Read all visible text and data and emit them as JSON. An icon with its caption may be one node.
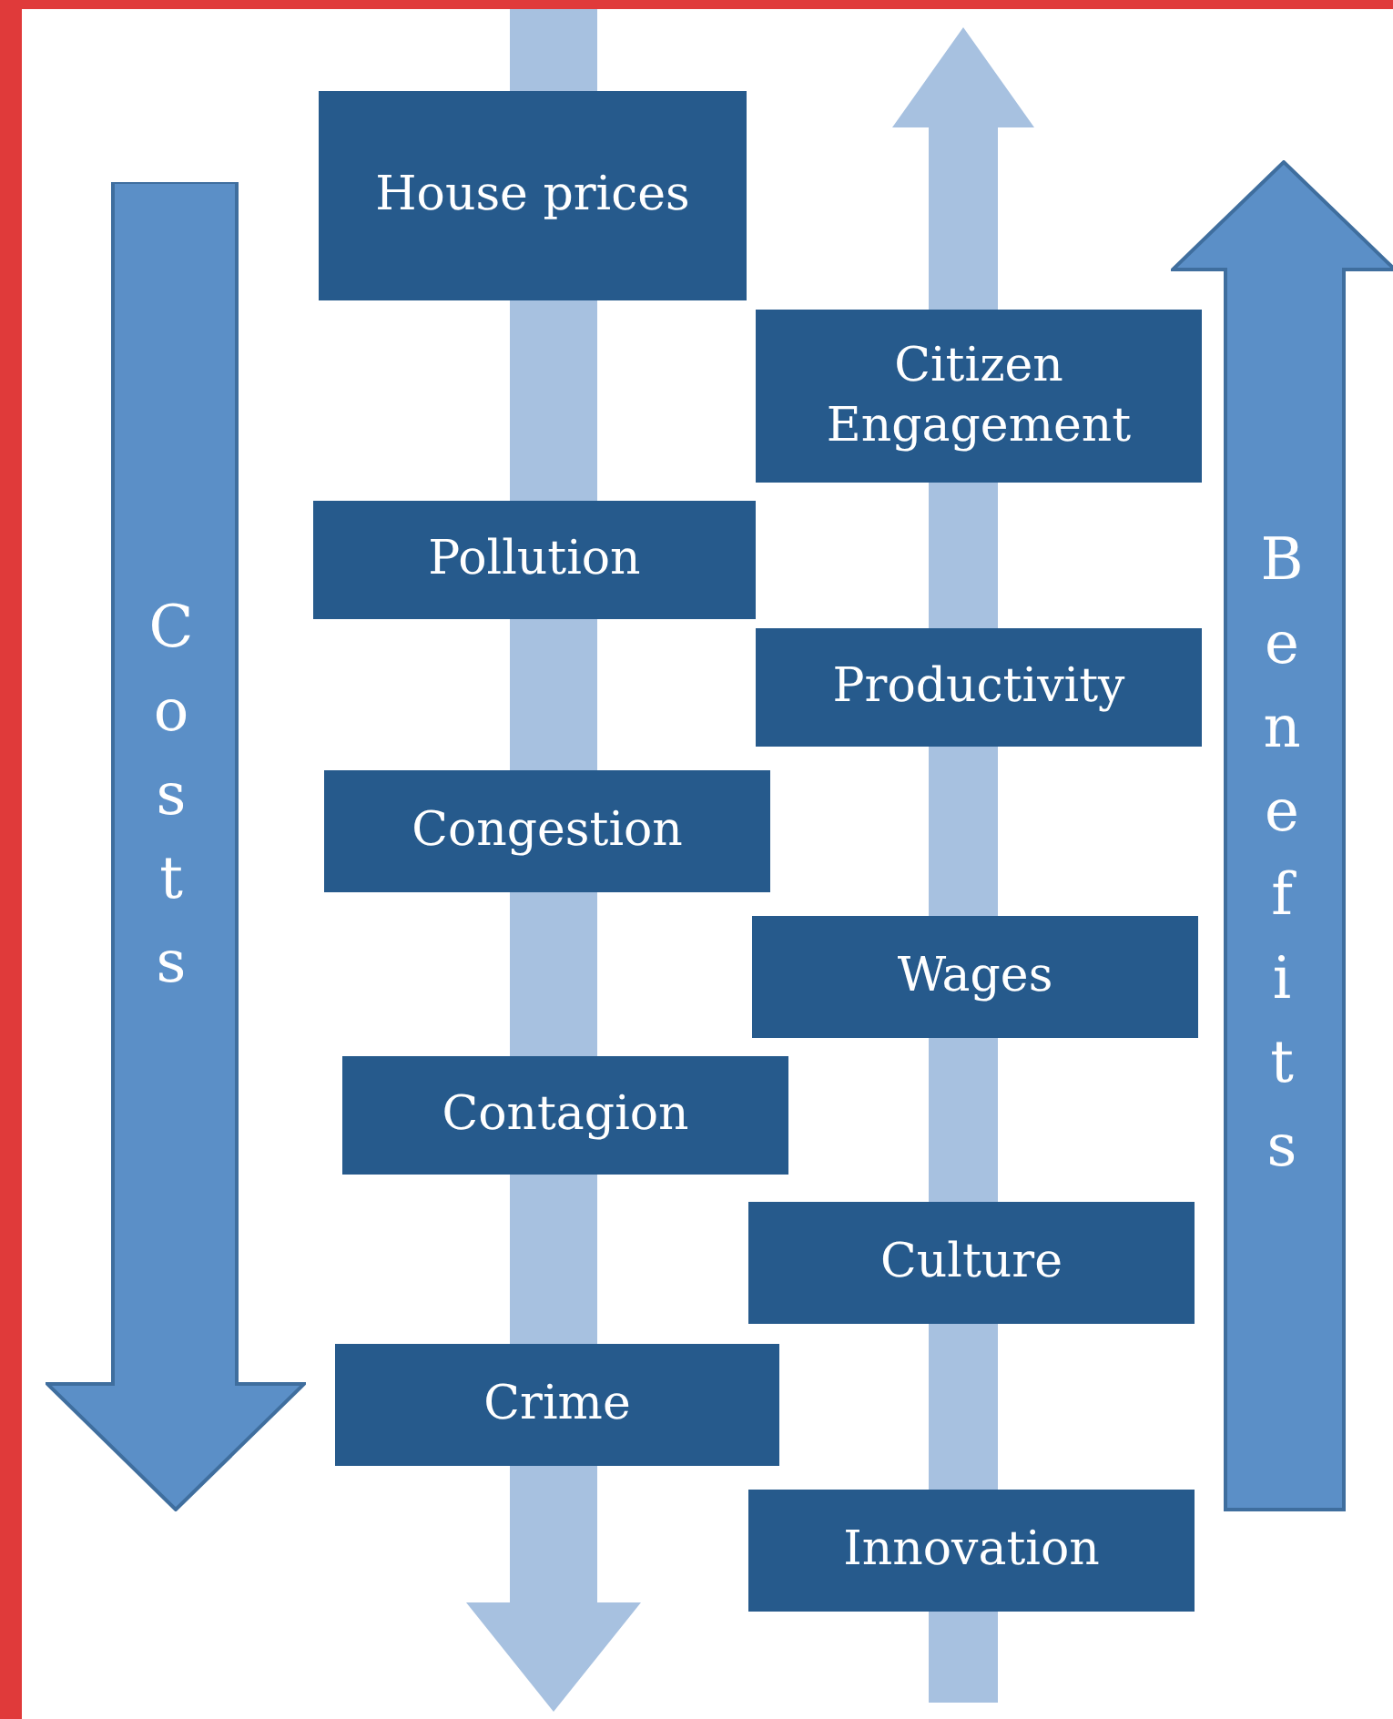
{
  "diagram": {
    "nodes": [
      {
        "text": [
          "Costs"
        ]
      },
      {
        "text": [
          "House prices"
        ]
      },
      {
        "text": [
          "Citizen Engagement"
        ]
      },
      {
        "text": [
          "Pollution"
        ]
      },
      {
        "text": [
          "Productivity"
        ]
      },
      {
        "text": [
          "Congestion"
        ]
      },
      {
        "text": [
          "Wages"
        ]
      },
      {
        "text": [
          "Contagion"
        ]
      },
      {
        "text": [
          "Culture"
        ]
      },
      {
        "text": [
          "Crime"
        ]
      },
      {
        "text": [
          "Innovation"
        ]
      },
      {
        "text": [
          "Benefits"
        ]
      }
    ]
  }
}
